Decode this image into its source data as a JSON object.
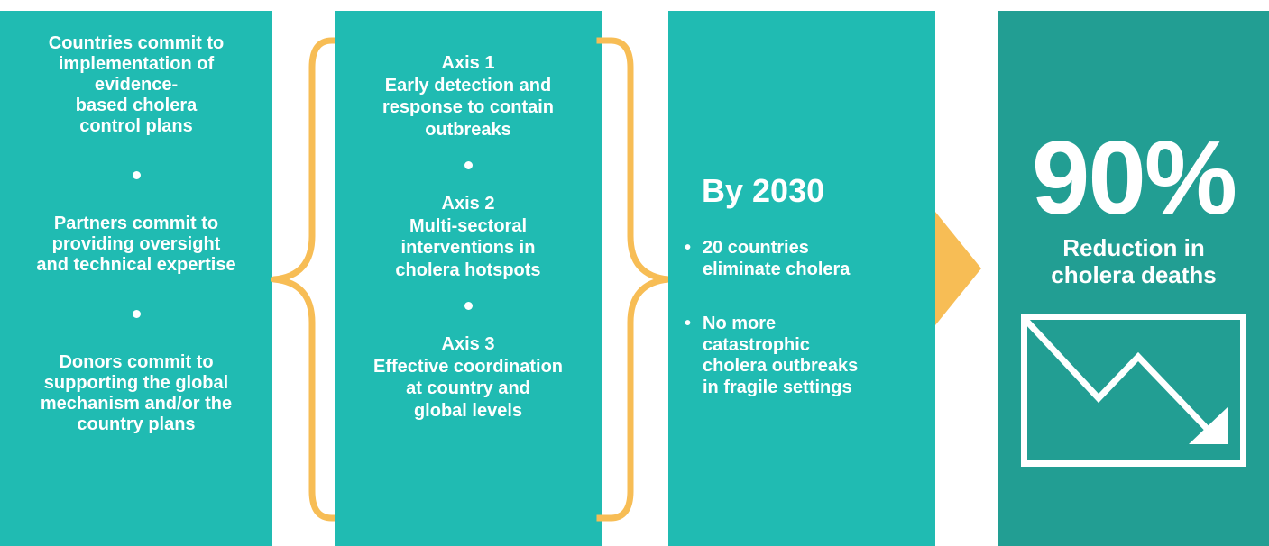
{
  "commitments": {
    "countries": [
      "Countries commit to",
      "implementation of",
      "evidence-",
      "based cholera",
      "control plans"
    ],
    "partners": [
      "Partners commit to",
      "providing oversight",
      "and technical expertise"
    ],
    "donors": [
      "Donors commit to",
      "supporting the global",
      "mechanism and/or the",
      "country plans"
    ]
  },
  "axes": [
    {
      "title": "Axis 1",
      "lines": [
        "Early detection and",
        "response to contain",
        "outbreaks"
      ]
    },
    {
      "title": "Axis 2",
      "lines": [
        "Multi-sectoral",
        "interventions in",
        "cholera hotspots"
      ]
    },
    {
      "title": "Axis 3",
      "lines": [
        "Effective coordination",
        "at country and",
        "global levels"
      ]
    }
  ],
  "goals": {
    "title": "By 2030",
    "bullet_symbol": "•",
    "items": [
      [
        "20 countries",
        "eliminate cholera"
      ],
      [
        "No more",
        "catastrophic",
        "cholera outbreaks",
        "in fragile settings"
      ]
    ]
  },
  "result": {
    "percent": "90%",
    "label": [
      "Reduction in",
      "cholera deaths"
    ],
    "icon": "trend-down-icon"
  },
  "colors": {
    "panel": "#20bbb2",
    "result_panel": "#229e93",
    "accent": "#f7bd55",
    "text": "#ffffff"
  }
}
